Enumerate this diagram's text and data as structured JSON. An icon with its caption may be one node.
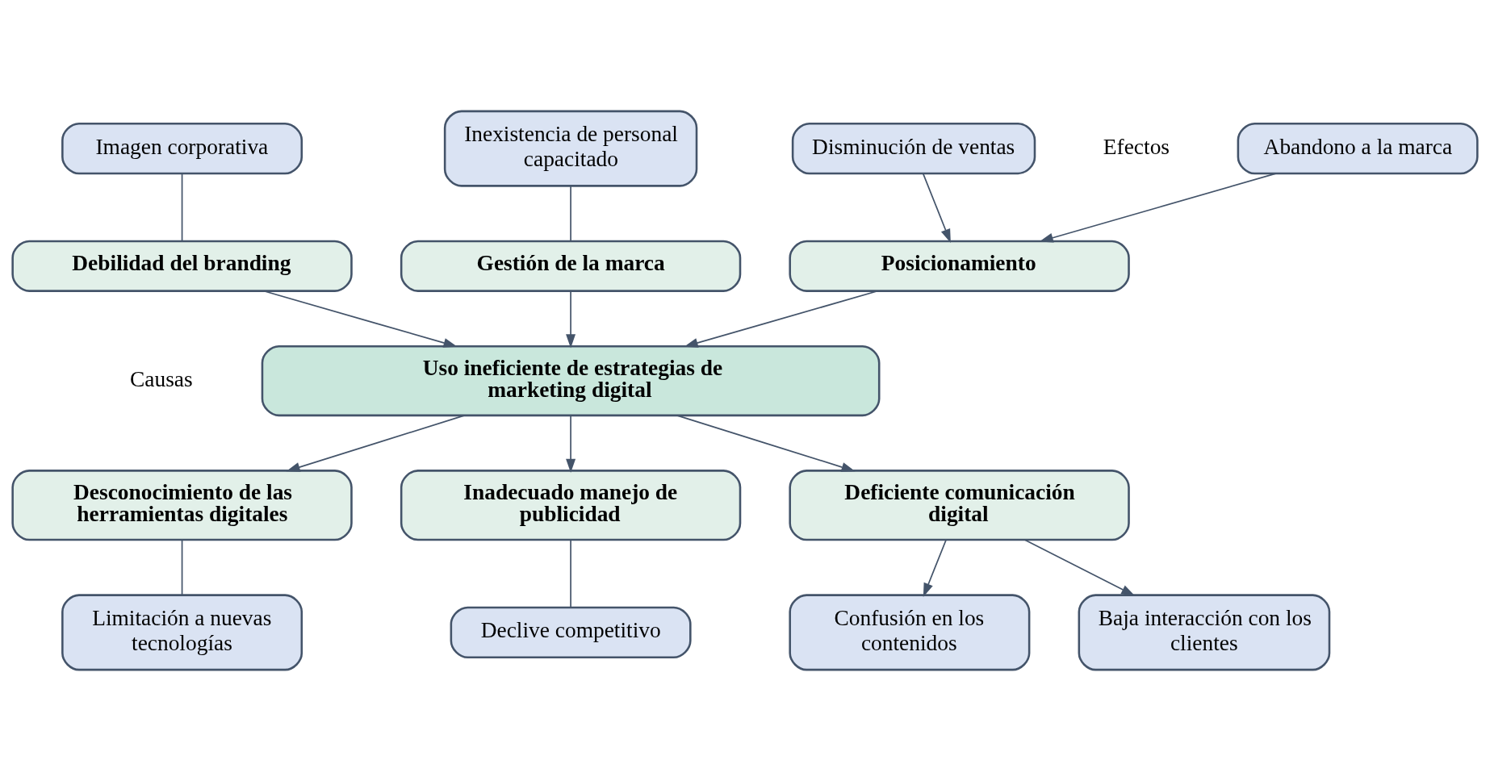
{
  "diagram": {
    "nodes": [
      {
        "text": [
          "Abandono a la marca"
        ]
      },
      {
        "text": [
          "Disminución de ventas"
        ]
      },
      {
        "text": [
          "Imagen corporativa"
        ]
      },
      {
        "text": [
          "Inexistencia de personal capacitado"
        ]
      },
      {
        "text": [
          "Posicionamiento"
        ]
      },
      {
        "text": [
          "Debilidad del branding"
        ]
      },
      {
        "text": [
          "Gestión de la marca"
        ]
      },
      {
        "text": [
          "Uso ineficiente de estrategias de marketing digital"
        ]
      },
      {
        "text": [
          "Desconocimiento de las herramientas digitales"
        ]
      },
      {
        "text": [
          "Inadecuado manejo de publicidad"
        ]
      },
      {
        "text": [
          "Deficiente comunicación digital"
        ]
      },
      {
        "text": [
          "Limitación a nuevas tecnologías"
        ]
      },
      {
        "text": [
          "Declive competitivo"
        ]
      },
      {
        "text": [
          "Confusión en los contenidos"
        ]
      },
      {
        "text": [
          "Baja interacción con los clientes"
        ]
      }
    ],
    "edges": [
      {
        "from": 0,
        "to": 4,
        "arrow": "to"
      },
      {
        "from": 1,
        "to": 4,
        "arrow": "to"
      },
      {
        "from": 2,
        "to": 5,
        "arrow": "none"
      },
      {
        "from": 3,
        "to": 6,
        "arrow": "none"
      },
      {
        "from": 4,
        "to": 7,
        "arrow": "to"
      },
      {
        "from": 5,
        "to": 7,
        "arrow": "to"
      },
      {
        "from": 6,
        "to": 7,
        "arrow": "to"
      },
      {
        "from": 7,
        "to": 8,
        "arrow": "to"
      },
      {
        "from": 7,
        "to": 9,
        "arrow": "to"
      },
      {
        "from": 7,
        "to": 10,
        "arrow": "to"
      },
      {
        "from": 8,
        "to": 11,
        "arrow": "none"
      },
      {
        "from": 9,
        "to": 12,
        "arrow": "none"
      },
      {
        "from": 10,
        "to": 13,
        "arrow": "to"
      },
      {
        "from": 10,
        "to": 14,
        "arrow": "to"
      }
    ],
    "labels": [
      "Efectos",
      "Causas"
    ]
  }
}
